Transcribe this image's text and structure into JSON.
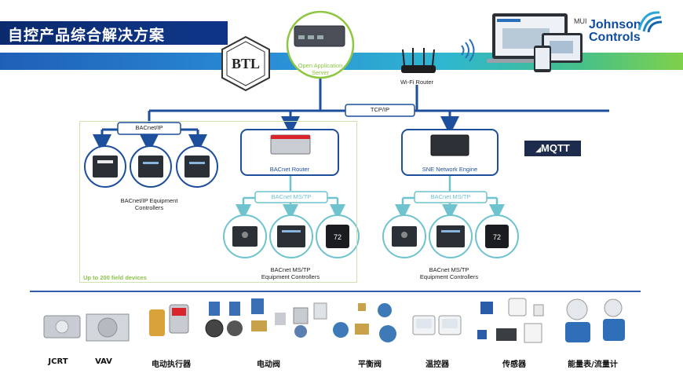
{
  "header": {
    "title": "自控产品综合解决方案"
  },
  "brand": {
    "mui_label": "MUI",
    "logo_line1": "Johnson",
    "logo_line2": "Controls"
  },
  "server": {
    "label_line1": "Open Application",
    "label_line2": "Server"
  },
  "wifi": {
    "label": "Wi-Fi Router"
  },
  "network": {
    "tcpip_label": "TCP/IP",
    "bacnet_ip_label": "BACnet/IP",
    "mstp_label_1": "BACnet MS/TP",
    "mstp_label_2": "BACnet MS/TP"
  },
  "mqtt": {
    "label": "MQTT"
  },
  "nodes": {
    "bacnet_router": "BACnet Router",
    "sne_engine": "SNE Network Engine",
    "ip_controllers_line1": "BACnet/IP Equipment",
    "ip_controllers_line2": "Controllers",
    "mstp_controllers_a_line1": "BACnet MS/TP",
    "mstp_controllers_a_line2": "Equipment Controllers",
    "mstp_controllers_b_line1": "BACnet MS/TP",
    "mstp_controllers_b_line2": "Equipment Controllers"
  },
  "field_note": "Up to 200 field devices",
  "devices": {
    "thermo_display": "72"
  },
  "products": [
    "JCRT",
    "VAV",
    "电动执行器",
    "电动阀",
    "平衡阀",
    "温控器",
    "传感器",
    "能量表/流量计"
  ],
  "colors": {
    "title_bg": "#0e3585",
    "network_blue": "#1e4f9c",
    "mstp_teal": "#6fc3cf",
    "field_green": "#8bc34a",
    "server_ring": "#8dc63f"
  }
}
